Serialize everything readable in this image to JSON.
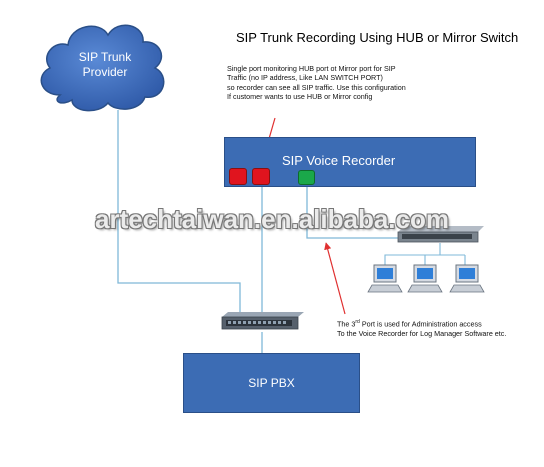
{
  "diagram": {
    "title": "SIP Trunk Recording Using HUB or Mirror Switch",
    "note_top": [
      "Single port monitoring HUB port ot Mirror port for SIP",
      "Traffic (no IP address, Like LAN SWITCH PORT)",
      "so recorder can see all SIP traffic. Use this configuration",
      "If customer wants to use HUB or Mirror config"
    ],
    "cloud": {
      "line1": "SIP Trunk",
      "line2": "Provider"
    },
    "recorder_label": "SIP Voice Recorder",
    "pbx_label": "SIP PBX",
    "note_bottom": {
      "line1_pre": "The 3",
      "line1_sup": "rd",
      "line1_post": " Port is used for Administration access",
      "line2": "To the Voice Recorder for Log Manager Software etc."
    },
    "watermark": "artechtaiwan.en.alibaba.com",
    "colors": {
      "box_blue": "#3c6cb4",
      "cloud_blue": "#3f6fc0",
      "red_port": "#e0141e",
      "green_port": "#1aa84a",
      "line_cyan": "#7fb8d8",
      "line_red": "#e03030"
    },
    "icons": [
      "cloud-icon",
      "network-switch-icon",
      "computer-icon"
    ]
  }
}
